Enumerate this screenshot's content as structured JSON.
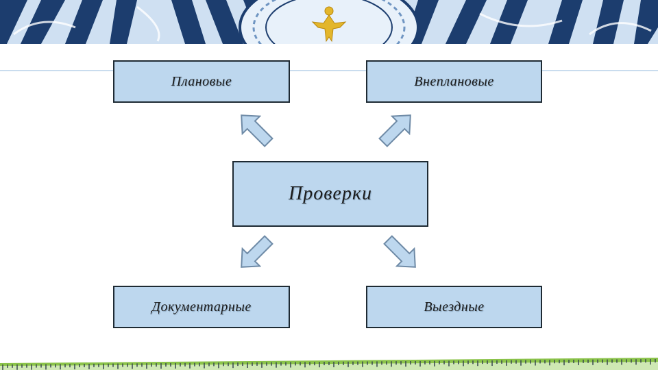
{
  "diagram": {
    "center": {
      "label": "Проверки"
    },
    "top_left": {
      "label": "Плановые"
    },
    "top_right": {
      "label": "Внеплановые"
    },
    "bottom_left": {
      "label": "Документарные"
    },
    "bottom_right": {
      "label": "Выездные"
    }
  },
  "colors": {
    "box_fill": "#bdd7ee",
    "box_border": "#1e2a33",
    "banner_dark": "#1c3d6e",
    "banner_light": "#a9c8e6",
    "emblem_gold": "#e3b62b",
    "footer_green": "#7cb342"
  },
  "icons": {
    "banner_emblem": "bird-emblem-icon",
    "arrows": "block-arrow-icon"
  }
}
